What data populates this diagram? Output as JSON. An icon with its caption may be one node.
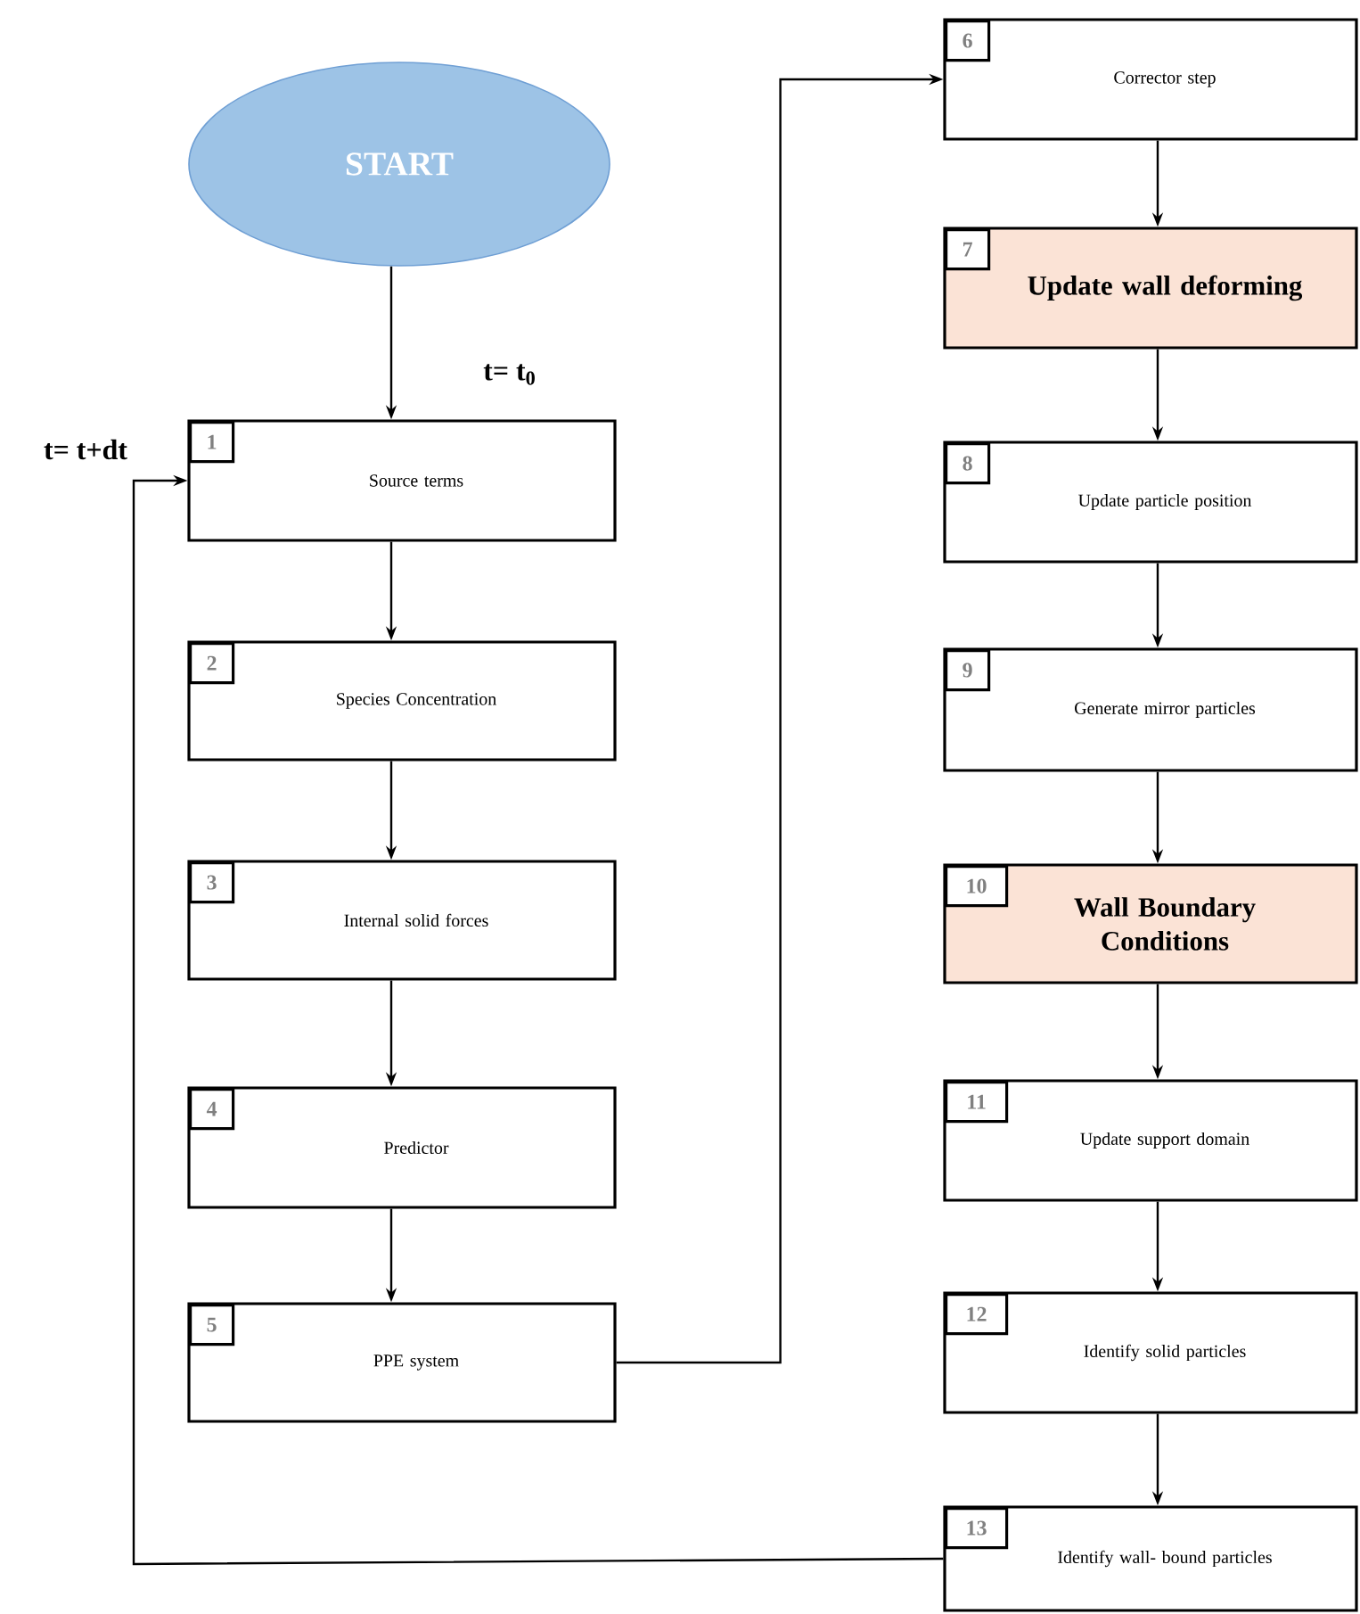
{
  "diagram": {
    "nodes": [
      {
        "text": [
          "START"
        ]
      },
      {
        "text": [
          "1",
          "Source terms"
        ]
      },
      {
        "text": [
          "2",
          "Species Concentration"
        ]
      },
      {
        "text": [
          "3",
          "Internal solid forces"
        ]
      },
      {
        "text": [
          "4",
          "Predictor"
        ]
      },
      {
        "text": [
          "5",
          "PPE system"
        ]
      },
      {
        "text": [
          "6",
          "Corrector step"
        ]
      },
      {
        "text": [
          "7",
          "Update wall deforming"
        ]
      },
      {
        "text": [
          "8",
          "Update particle position"
        ]
      },
      {
        "text": [
          "9",
          "Generate mirror particles"
        ]
      },
      {
        "text": [
          "10",
          "Wall Boundary Conditions"
        ]
      },
      {
        "text": [
          "11",
          "Update support domain"
        ]
      },
      {
        "text": [
          "12",
          "Identify solid particles"
        ]
      },
      {
        "text": [
          "13",
          "Identify wall- bound particles"
        ]
      }
    ],
    "edges": [
      {
        "from": 0,
        "to": 1,
        "arrow": "to"
      },
      {
        "from": 1,
        "to": 2,
        "arrow": "to"
      },
      {
        "from": 2,
        "to": 3,
        "arrow": "to"
      },
      {
        "from": 3,
        "to": 4,
        "arrow": "to"
      },
      {
        "from": 4,
        "to": 5,
        "arrow": "to"
      },
      {
        "from": 5,
        "to": 6,
        "arrow": "to"
      },
      {
        "from": 6,
        "to": 7,
        "arrow": "to"
      },
      {
        "from": 7,
        "to": 8,
        "arrow": "to"
      },
      {
        "from": 8,
        "to": 9,
        "arrow": "to"
      },
      {
        "from": 9,
        "to": 10,
        "arrow": "to"
      },
      {
        "from": 10,
        "to": 11,
        "arrow": "to"
      },
      {
        "from": 11,
        "to": 12,
        "arrow": "to"
      },
      {
        "from": 12,
        "to": 13,
        "arrow": "to"
      },
      {
        "from": 13,
        "to": 1,
        "arrow": "to"
      }
    ],
    "labels": [
      "t= t$_{0}$",
      "t= t+dt"
    ]
  }
}
